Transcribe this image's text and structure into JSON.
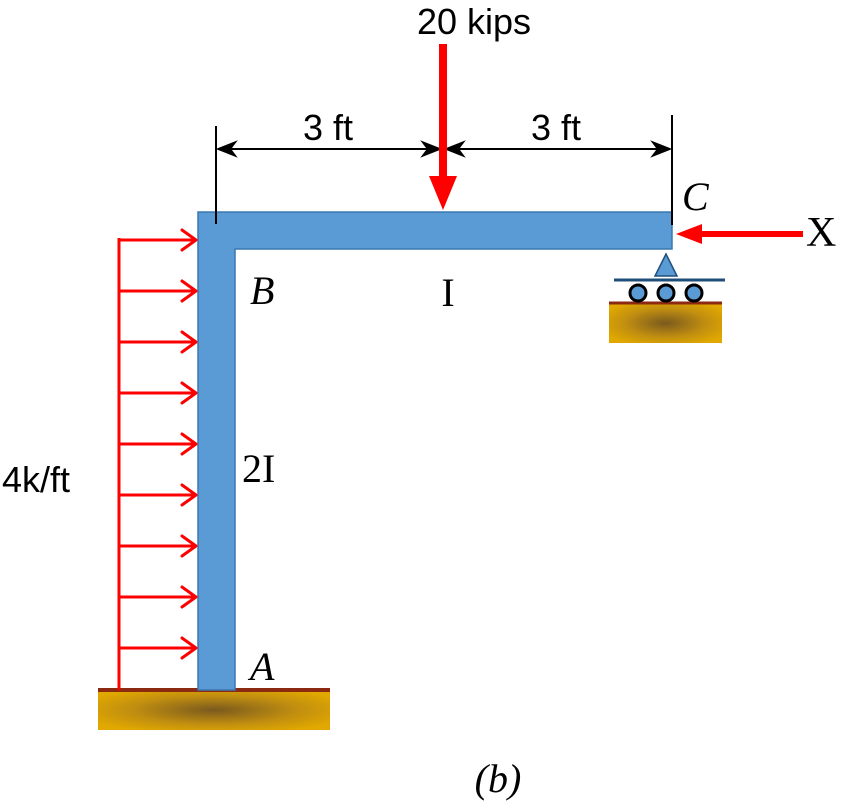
{
  "labels": {
    "load_top": "20 kips",
    "dim_left": "3 ft",
    "dim_right": "3 ft",
    "node_b": "B",
    "node_c": "C",
    "node_a": "A",
    "member_bc": "I",
    "member_ab": "2I",
    "distributed_load": "4k/ft",
    "redundant": "X",
    "caption": "(b)"
  },
  "colors": {
    "member": "#5b9bd5",
    "load": "#ff0000",
    "dimension": "#000000",
    "ground_light": "#e0a800",
    "ground_dark": "#8a6420",
    "ground_edge": "#8b2a10",
    "support_line": "#1f4e79"
  },
  "load": {
    "distributed_arrow_count": 9
  }
}
